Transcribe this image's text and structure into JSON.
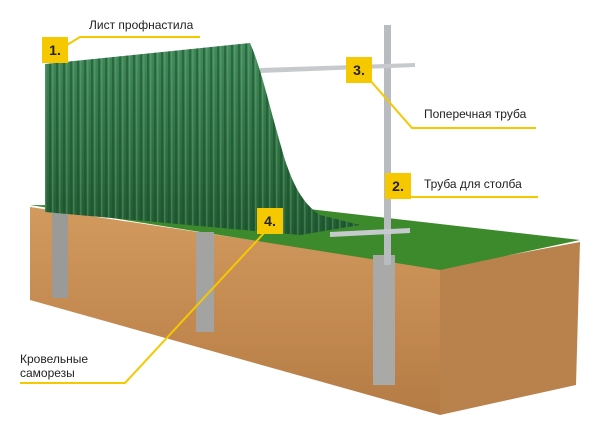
{
  "labels": {
    "sheet": "Лист профнастила",
    "crossbar": "Поперечная труба",
    "post": "Труба для столба",
    "screws_line1": "Кровельные",
    "screws_line2": "саморезы"
  },
  "badges": {
    "b1": "1.",
    "b2": "2.",
    "b3": "3.",
    "b4": "4."
  },
  "colors": {
    "accent": "#f5c800",
    "fence": "#2e7a44",
    "grass": "#3d8a2c",
    "soil": "#c98f55"
  }
}
